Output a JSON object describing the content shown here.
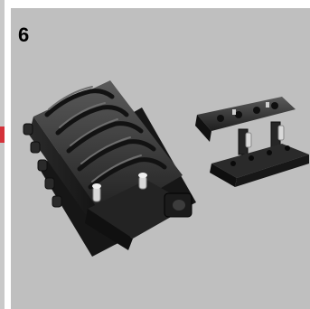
{
  "step": {
    "number": "6"
  },
  "colors": {
    "panel_background": "#bfbfbf",
    "frame_border": "#c9c9c9",
    "accent_marker": "#d4323a",
    "part_dark": "#1f1f1f",
    "part_mid": "#3a3a3a",
    "part_highlight": "#6b6b6b",
    "connector_light": "#d9d9d9"
  },
  "illustration": {
    "subject": "lego-assembly-step",
    "parts": [
      "large-black-assembly",
      "small-black-assembly"
    ]
  }
}
